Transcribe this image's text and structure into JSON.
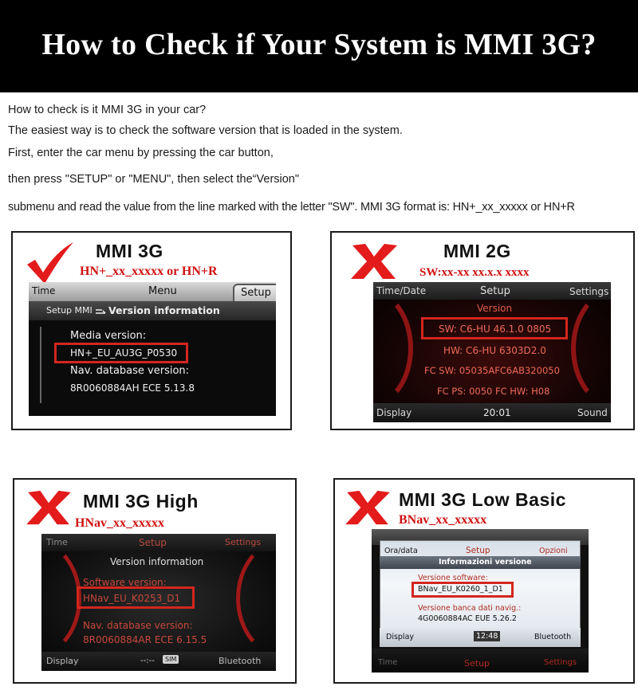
{
  "banner": {
    "title": "How to Check if Your System is MMI 3G?"
  },
  "intro": {
    "lines": [
      "How to check is it MMI 3G in your car?",
      "The easiest way is to check the software version that is loaded in the system.",
      "First, enter the car menu by pressing the car button,",
      "then press \"SETUP\" or \"MENU\", then select the“Version\"",
      "submenu and read the value from the line marked with the letter \"SW\". MMI 3G format is: HN+_xx_xxxxx or HN+R"
    ]
  },
  "colors": {
    "accent_red": "#d3261e",
    "banner_bg": "#000000"
  },
  "cards": {
    "mmi3g": {
      "mark": "check-mark",
      "title": "MMI 3G",
      "format": "HN+_xx_xxxxx or HN+R",
      "screen": {
        "time": "Time",
        "menu": "Menu",
        "setup_tab": "Setup",
        "path": "Setup MMI",
        "section": "Version information",
        "media_label": "Media version:",
        "media_value": "HN+_EU_AU3G_P0530",
        "nav_label": "Nav. database version:",
        "nav_value": "8R0060884AH ECE 5.13.8"
      }
    },
    "mmi2g": {
      "mark": "x-mark",
      "title": "MMI 2G",
      "format": "SW:xx-xx xx.x.x xxxx",
      "screen": {
        "time_date": "Time/Date",
        "setup": "Setup",
        "settings": "Settings",
        "version": "Version",
        "sw": "SW: C6-HU 46.1.0 0805",
        "hw": "HW: C6-HU 6303D2.0",
        "fc_sw": "FC SW: 05035AFC6AB320050",
        "fc_ps": "FC PS: 0050 FC HW: H08",
        "display": "Display",
        "clock": "20:01",
        "sound": "Sound"
      }
    },
    "mmi3g_high": {
      "mark": "x-mark",
      "title": "MMI 3G High",
      "format": "HNav_xx_xxxxx",
      "screen": {
        "time": "Time",
        "setup": "Setup",
        "settings": "Settings",
        "section": "Version information",
        "sw_label": "Software version:",
        "sw_value": "HNav_EU_K0253_D1",
        "nav_label": "Nav. database version:",
        "nav_value": "8R0060884AR ECE 6.15.5",
        "display": "Display",
        "clock": "--:--",
        "sim": "SIM",
        "bluetooth": "Bluetooth"
      }
    },
    "mmi3g_low": {
      "mark": "x-mark",
      "title": "MMI 3G Low Basic",
      "format": "BNav_xx_xxxxx",
      "screen": {
        "ora": "Ora/data",
        "setup": "Setup",
        "opzioni": "Opzioni",
        "section": "Informazioni versione",
        "sw_label": "Versione software:",
        "sw_value": "BNav_EU_K0260_1_D1",
        "nav_label": "Versione banca dati navig.:",
        "nav_value": "4G0060884AC EUE 5.26.2",
        "display": "Display",
        "clock": "12:48",
        "bluetooth": "Bluetooth",
        "time_dim": "Time",
        "setup_dim": "Setup",
        "settings_dim": "Settings"
      }
    }
  }
}
